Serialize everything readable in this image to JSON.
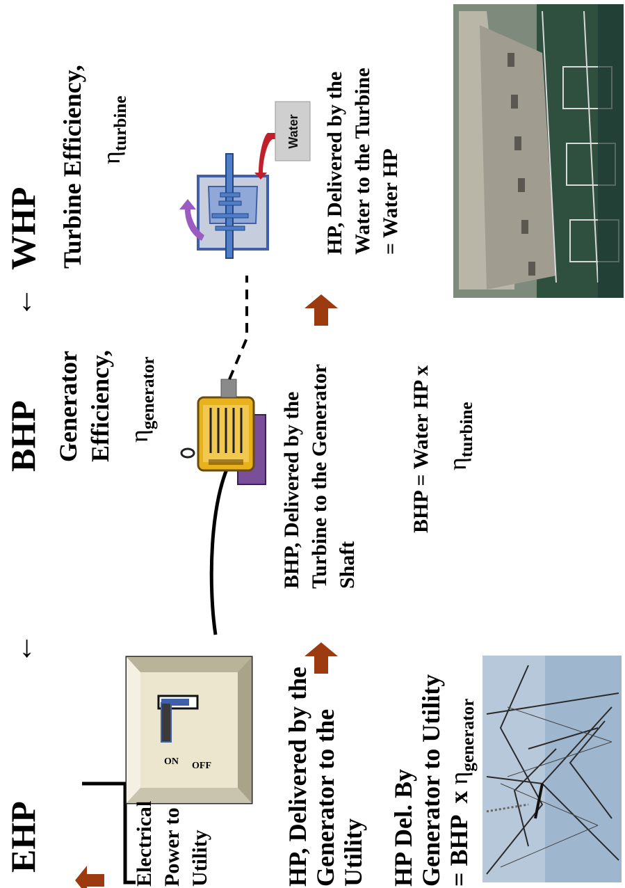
{
  "headers": {
    "ehp": "EHP",
    "bhp": "BHP",
    "whp": "WHP",
    "arrow_left": "←",
    "arrow_right": "←"
  },
  "efficiencies": {
    "generator_line1": "Generator",
    "generator_line2": "Efficiency,",
    "generator_symbol": "η",
    "generator_sub": "generator",
    "turbine_line1": "Turbine Efficiency,",
    "turbine_symbol": "η",
    "turbine_sub": "turbine"
  },
  "switch": {
    "on_label": "ON",
    "off_label": "OFF"
  },
  "turbine": {
    "water_label": "Water"
  },
  "labels": {
    "electrical_power": [
      "Electrical",
      "Power to",
      "Utility"
    ],
    "ehp_delivered": [
      "HP, Delivered by the",
      "Generator to the",
      "Utility"
    ],
    "ehp_formula": [
      "HP Del. By",
      "Generator to Utility"
    ],
    "ehp_formula_line3_prefix": "= BHP  x ",
    "ehp_formula_eta": "η",
    "ehp_formula_sub": "generator",
    "bhp_delivered": [
      "BHP, Delivered by the",
      "Turbine to the Generator",
      "Shaft"
    ],
    "bhp_formula": "BHP = Water HP  x",
    "bhp_formula_eta": "η",
    "bhp_formula_sub": "turbine",
    "whp_delivered": [
      "HP, Delivered by the",
      "Water to the Turbine",
      "= Water  HP"
    ]
  },
  "colors": {
    "arrow": "#9c3a10",
    "generator_body": "#e8b21c",
    "generator_base": "#7a4f9a",
    "turbine_housing": "#8fa8d8",
    "turbine_inner": "#4f7ec8",
    "water_arrow": "#c0202a",
    "out_arrow": "#9b5bc0",
    "switch_panel": "#ece6cf"
  }
}
